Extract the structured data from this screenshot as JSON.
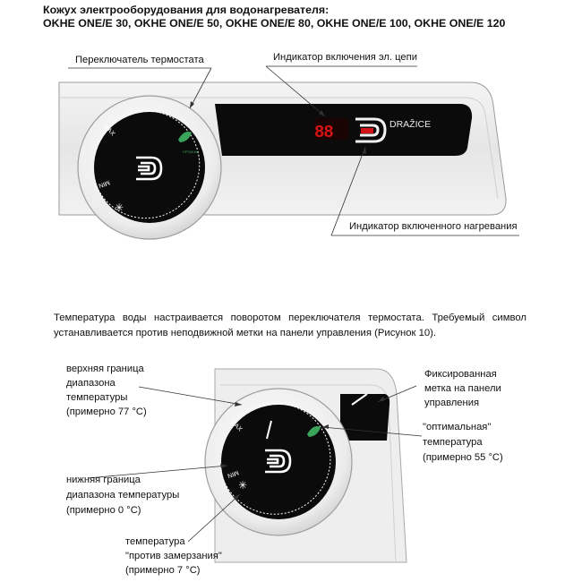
{
  "document": {
    "title_line1": "Кожух электрооборудования для водонагревателя:",
    "title_line2": "OKHE ONE/E 30, OKHE ONE/E 50, OKHE ONE/E 80, OKHE ONE/E 100, OKHE ONE/E 120"
  },
  "figure1": {
    "thermostat_switch_label": "Переключатель термостата",
    "circuit_indicator_label": "Индикатор включения эл. цепи",
    "heating_indicator_label": "Индикатор включенного нагревания",
    "display_digits": "88",
    "brand": "DRAŽICE",
    "dial_max": "MAX",
    "dial_min": "MIN",
    "dial_optimal": "OPTIMUM",
    "colors": {
      "display_red": "#d41414",
      "eco_green": "#3aa55a",
      "panel_black": "#0b0b0b"
    }
  },
  "paragraph": {
    "line1": "Температура воды настраивается поворотом переключателя термостата. Требуемый символ",
    "line2": "устанавливается против неподвижной метки на панели управления (Рисунок 10)."
  },
  "figure2": {
    "upper_limit": [
      "верхняя граница",
      "диапазона",
      "температуры",
      "(примерно 77 °C)"
    ],
    "fixed_mark": [
      "Фиксированная",
      "метка на панели",
      "управления"
    ],
    "optimal": [
      "\"оптимальная\"",
      "температура",
      "(примерно 55 °C)"
    ],
    "lower_limit": [
      "нижняя граница",
      "диапазона температуры",
      "(примерно 0 °C)"
    ],
    "antifreeze": [
      "температура",
      "\"против замерзания\"",
      "(примерно 7 °C)"
    ]
  }
}
